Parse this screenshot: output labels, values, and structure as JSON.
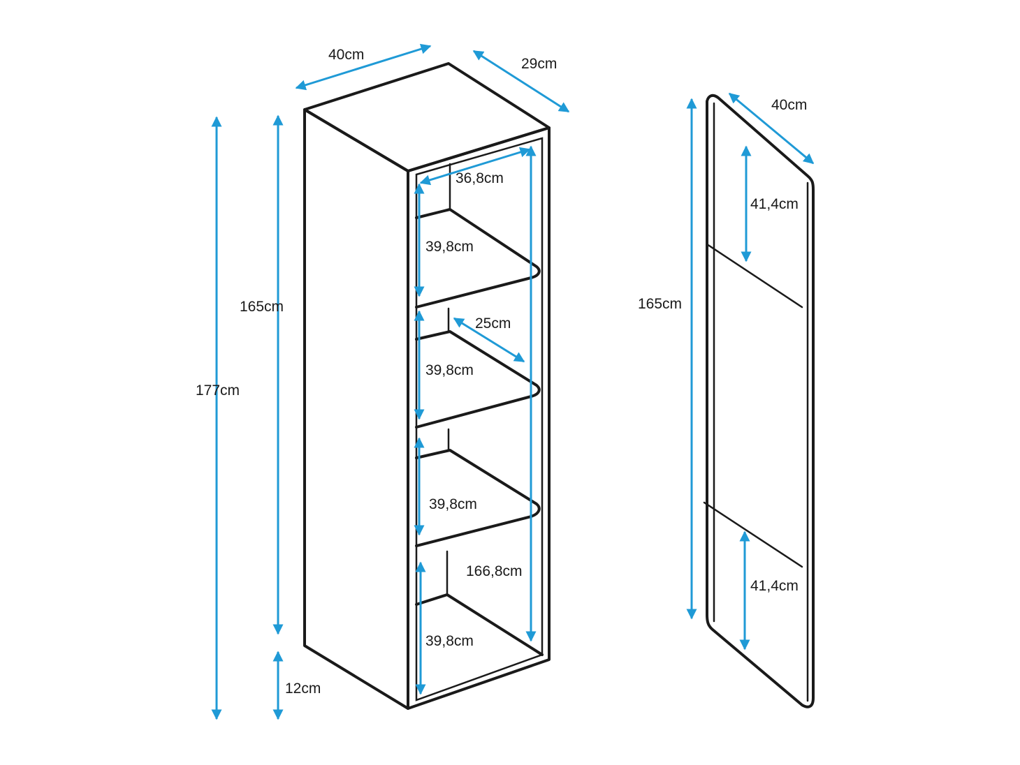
{
  "dimension_color": "#1f9ad6",
  "line_color": "#1a1a1a",
  "cabinet": {
    "labels": {
      "top_width": "40cm",
      "top_depth": "29cm",
      "inner_width": "36,8cm",
      "shelf_1": "39,8cm",
      "shelf_depth": "25cm",
      "shelf_2": "39,8cm",
      "shelf_3": "39,8cm",
      "shelf_4": "39,8cm",
      "inner_height": "166,8cm",
      "body_height": "165cm",
      "total_height": "177cm",
      "gap_bottom": "12cm"
    }
  },
  "door": {
    "labels": {
      "width": "40cm",
      "height": "165cm",
      "hinge_top": "41,4cm",
      "hinge_bottom": "41,4cm"
    }
  }
}
